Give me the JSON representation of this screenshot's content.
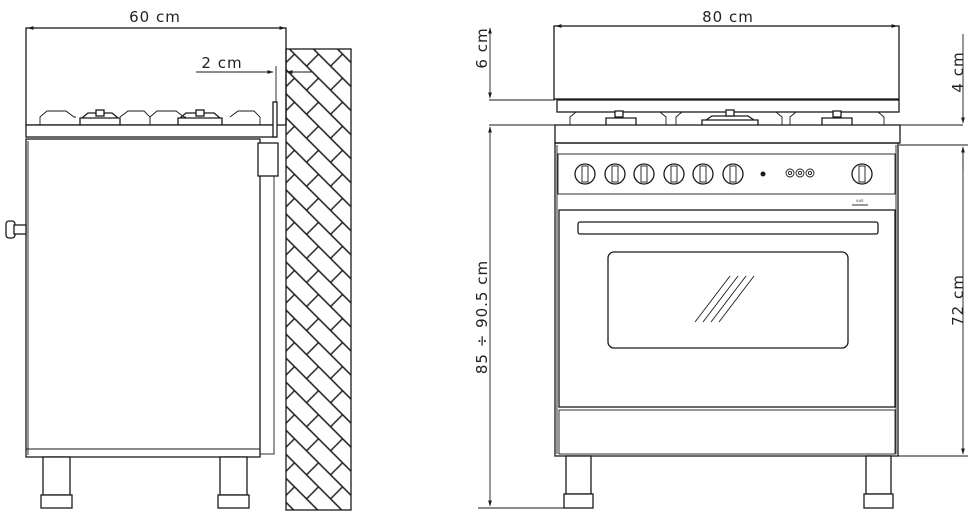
{
  "dimensions": {
    "side_width": "60  cm",
    "side_gap": "2  cm",
    "front_width": "80  cm",
    "top_clearance": "6  cm",
    "cooktop_thickness": "4  cm",
    "total_height": "85  ÷  90.5  cm",
    "body_height": "72  cm"
  },
  "brand": {
    "logo_text": "ILVE"
  },
  "colors": {
    "stroke": "#1a1a1a",
    "background": "#ffffff"
  }
}
